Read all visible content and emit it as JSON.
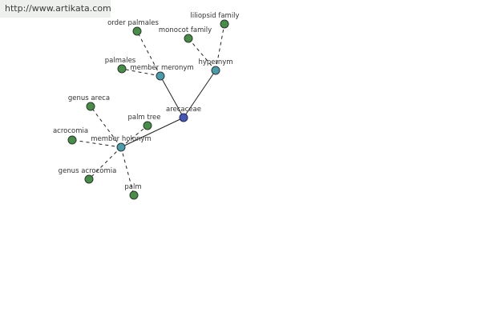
{
  "banner": {
    "url": "http://www.artikata.com"
  },
  "colors": {
    "leaf": "#4a8a4a",
    "relation": "#4f9aa8",
    "center": "#4a55b0",
    "edge": "#222222",
    "stroke": "#2a3a2a"
  },
  "nodes": {
    "center": "arecaceae",
    "member_meronym": "member meronym",
    "hypernym": "hypernym",
    "member_holonym": "member holonym",
    "order_palmales": "order palmales",
    "palmales": "palmales",
    "liliopsid_family": "liliopsid family",
    "monocot_family": "monocot family",
    "genus_areca": "genus areca",
    "palm_tree": "palm tree",
    "acrocomia": "acrocomia",
    "genus_acrocomia": "genus acrocomia",
    "palm": "palm"
  }
}
